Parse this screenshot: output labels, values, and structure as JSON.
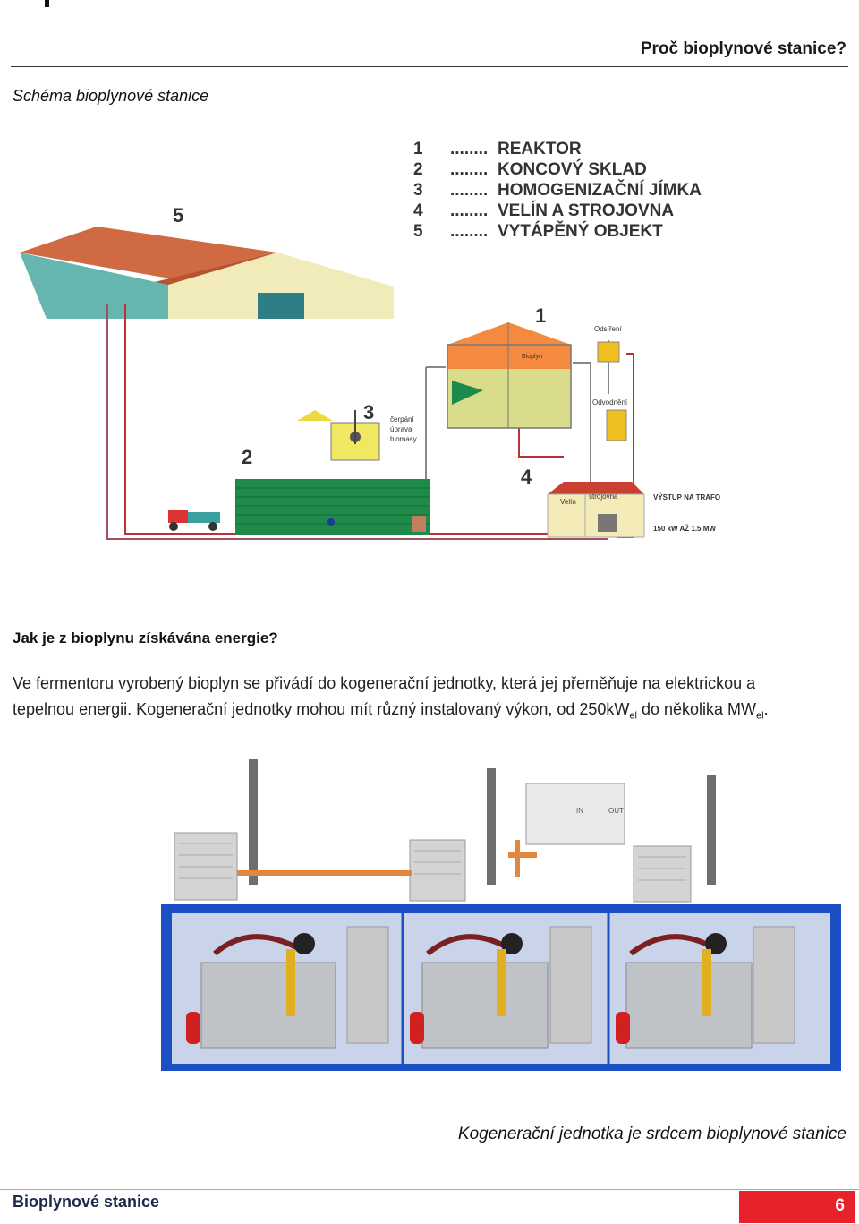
{
  "header": {
    "title": "Proč bioplynové stanice?"
  },
  "schema": {
    "caption": "Schéma bioplynové stanice",
    "legend": [
      {
        "num": "1",
        "label": "REAKTOR"
      },
      {
        "num": "2",
        "label": "KONCOVÝ SKLAD"
      },
      {
        "num": "3",
        "label": "HOMOGENIZAČNÍ JÍMKA"
      },
      {
        "num": "4",
        "label": "VELÍN A STROJOVNA"
      },
      {
        "num": "5",
        "label": "VYTÁPĚNÝ OBJEKT"
      }
    ],
    "dots": "........",
    "markers": {
      "n1": "1",
      "n2": "2",
      "n3": "3",
      "n4": "4",
      "n5": "5"
    },
    "labels": {
      "odsireni": "Odsíření",
      "bioplyn": "Bioplyn",
      "odvodneni": "Odvodnění",
      "cerpani": "čerpání",
      "uprava": "úprava",
      "biomasy": "biomasy",
      "velin": "Velín",
      "strojovna": "strojovna",
      "vystup": "VÝSTUP NA TRAFO",
      "vykon": "150 kW AŽ 1.5 MW"
    }
  },
  "section": {
    "question": "Jak je z bioplynu získávána energie?",
    "para_line1": "Ve fermentoru vyrobený bioplyn se přivádí do kogenerační jednotky, která jej přeměňuje na elektrickou a",
    "para_line2_a": "tepelnou energii. Kogenerační jednotky mohou mít různý instalovaný výkon, od 250kW",
    "sub1": "el",
    "para_line2_b": " do několika MW",
    "sub2": "el",
    "para_end": "."
  },
  "engine": {
    "caption": "Kogenerační jednotka je srdcem bioplynové stanice",
    "panel_in": "IN",
    "panel_out": "OUT"
  },
  "footer": {
    "title": "Bioplynové stanice",
    "page": "6"
  },
  "colors": {
    "accent": "#e8222a",
    "container_blue": "#1d4fc4",
    "digester": "#d9dc8a",
    "storage": "#1f8a4a"
  }
}
